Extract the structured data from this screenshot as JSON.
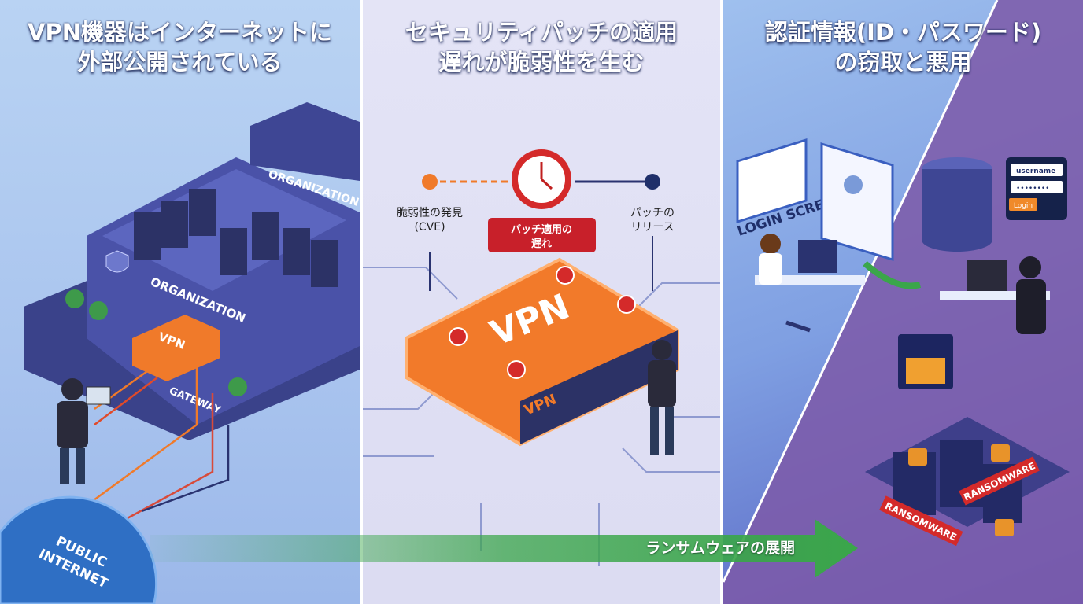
{
  "panels": [
    {
      "title_line1": "VPN機器はインターネットに",
      "title_line2": "外部公開されている",
      "labels": {
        "org_top": "ORGANIZATION",
        "org_front": "ORGANIZATION",
        "vpn": "VPN",
        "gateway": "GATEWAY",
        "internet_1": "PUBLIC",
        "internet_2": "INTERNET"
      }
    },
    {
      "title_line1": "セキュリティパッチの適用",
      "title_line2": "遅れが脆弱性を生む",
      "labels": {
        "cve_1": "脆弱性の発見",
        "cve_2": "(CVE)",
        "release_1": "パッチの",
        "release_2": "リリース",
        "delay_1": "パッチ適用の",
        "delay_2": "遅れ",
        "vpn_big": "VPN",
        "vpn_small": "VPN"
      }
    },
    {
      "title_line1": "認証情報(ID・パスワード)",
      "title_line2": "の窃取と悪用",
      "labels": {
        "login_screen": "LOGIN SCREEN",
        "username": "username",
        "password": "••••••••",
        "login_btn": "Login",
        "ransomware_1": "RANSOMWARE",
        "ransomware_2": "RANSOMWARE"
      }
    }
  ],
  "flow_arrow": {
    "label": "ランサムウェアの展開",
    "color": "#3aa64a"
  },
  "colors": {
    "accent_orange": "#f07a2a",
    "alert_red": "#d42a2a",
    "navy": "#2a3370"
  }
}
